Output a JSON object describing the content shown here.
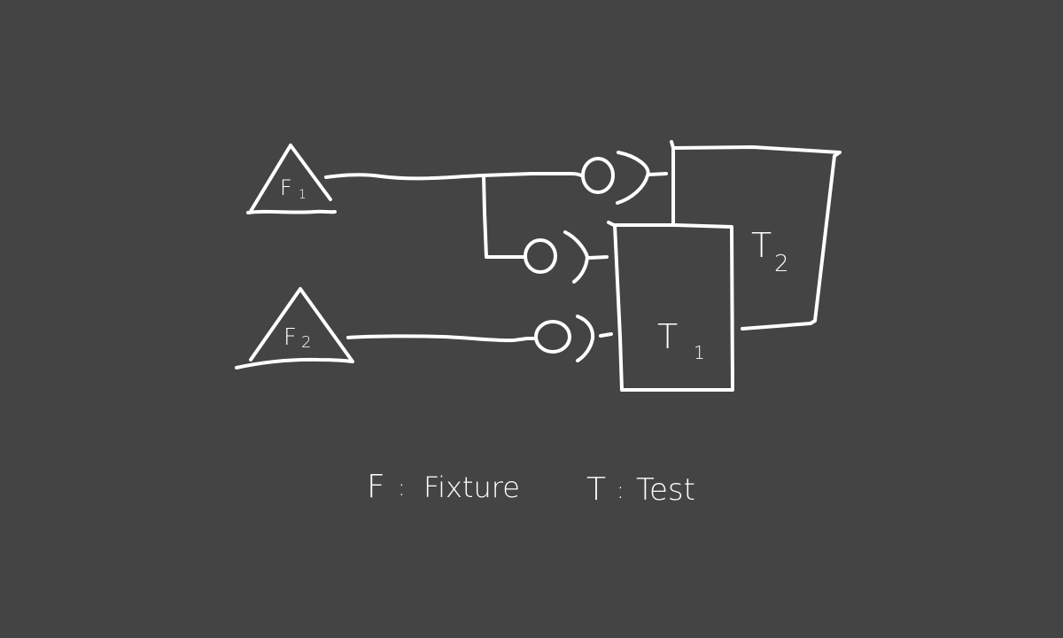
{
  "diagram": {
    "background_color": "#444444",
    "stroke_color": "#ffffff",
    "fixtures": [
      {
        "id": "F1",
        "letter": "F",
        "subscript": "1",
        "shape": "triangle"
      },
      {
        "id": "F2",
        "letter": "F",
        "subscript": "2",
        "shape": "triangle"
      }
    ],
    "tests": [
      {
        "id": "T1",
        "letter": "T",
        "subscript": "1",
        "shape": "rectangle"
      },
      {
        "id": "T2",
        "letter": "T",
        "subscript": "2",
        "shape": "rectangle"
      }
    ],
    "connections": [
      {
        "from": "F1",
        "to": "T2",
        "connector": "ball-and-socket"
      },
      {
        "from": "F1",
        "to": "T1",
        "connector": "ball-and-socket"
      },
      {
        "from": "F2",
        "to": "T1",
        "connector": "ball-and-socket"
      }
    ],
    "legend": {
      "fixture": {
        "key": "F",
        "separator": ":",
        "value": "Fixture"
      },
      "test": {
        "key": "T",
        "separator": ":",
        "value": "Test"
      }
    }
  }
}
